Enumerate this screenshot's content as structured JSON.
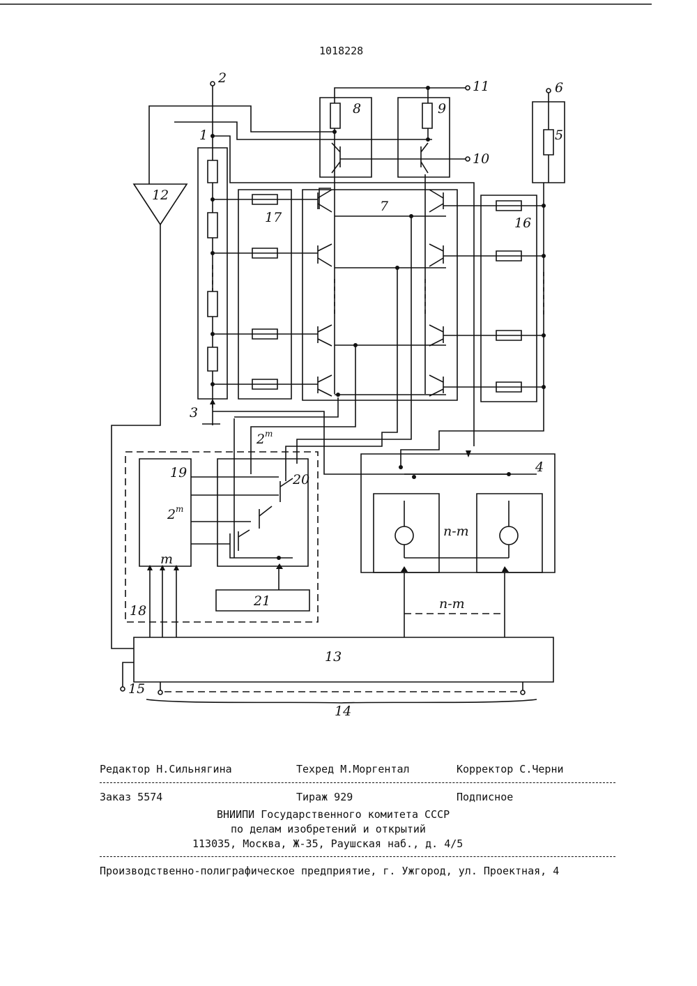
{
  "header": {
    "patent_number": "1018228"
  },
  "diagram": {
    "labels": {
      "l1": "1",
      "l2": "2",
      "l3": "3",
      "l4": "4",
      "l5": "5",
      "l6": "6",
      "l7": "7",
      "l8": "8",
      "l9": "9",
      "l10": "10",
      "l11": "11",
      "l12": "12",
      "l13": "13",
      "l14": "14",
      "l15": "15",
      "l16": "16",
      "l17": "17",
      "l18": "18",
      "l19": "19",
      "l20": "20",
      "l21": "21",
      "m_block": "m",
      "two_m_base_a": "2",
      "two_m_exp_a": "m",
      "two_m_base_b": "2",
      "two_m_exp_b": "m",
      "n_m_top": "n-m",
      "n_m_bottom": "n-m"
    }
  },
  "footer": {
    "editor": "Редактор Н.Сильнягина",
    "techred": "Техред М.Моргентал",
    "corrector": "Корректор С.Черни",
    "order": "Заказ 5574",
    "circulation": "Тираж 929",
    "subscription": "Подписное",
    "org_line1": "ВНИИПИ Государственного комитета СССР",
    "org_line2": "по делам изобретений и открытий",
    "org_line3": "113035, Москва, Ж-35, Раушская наб., д. 4/5",
    "printer": "Производственно-полиграфическое предприятие, г. Ужгород, ул. Проектная, 4"
  }
}
